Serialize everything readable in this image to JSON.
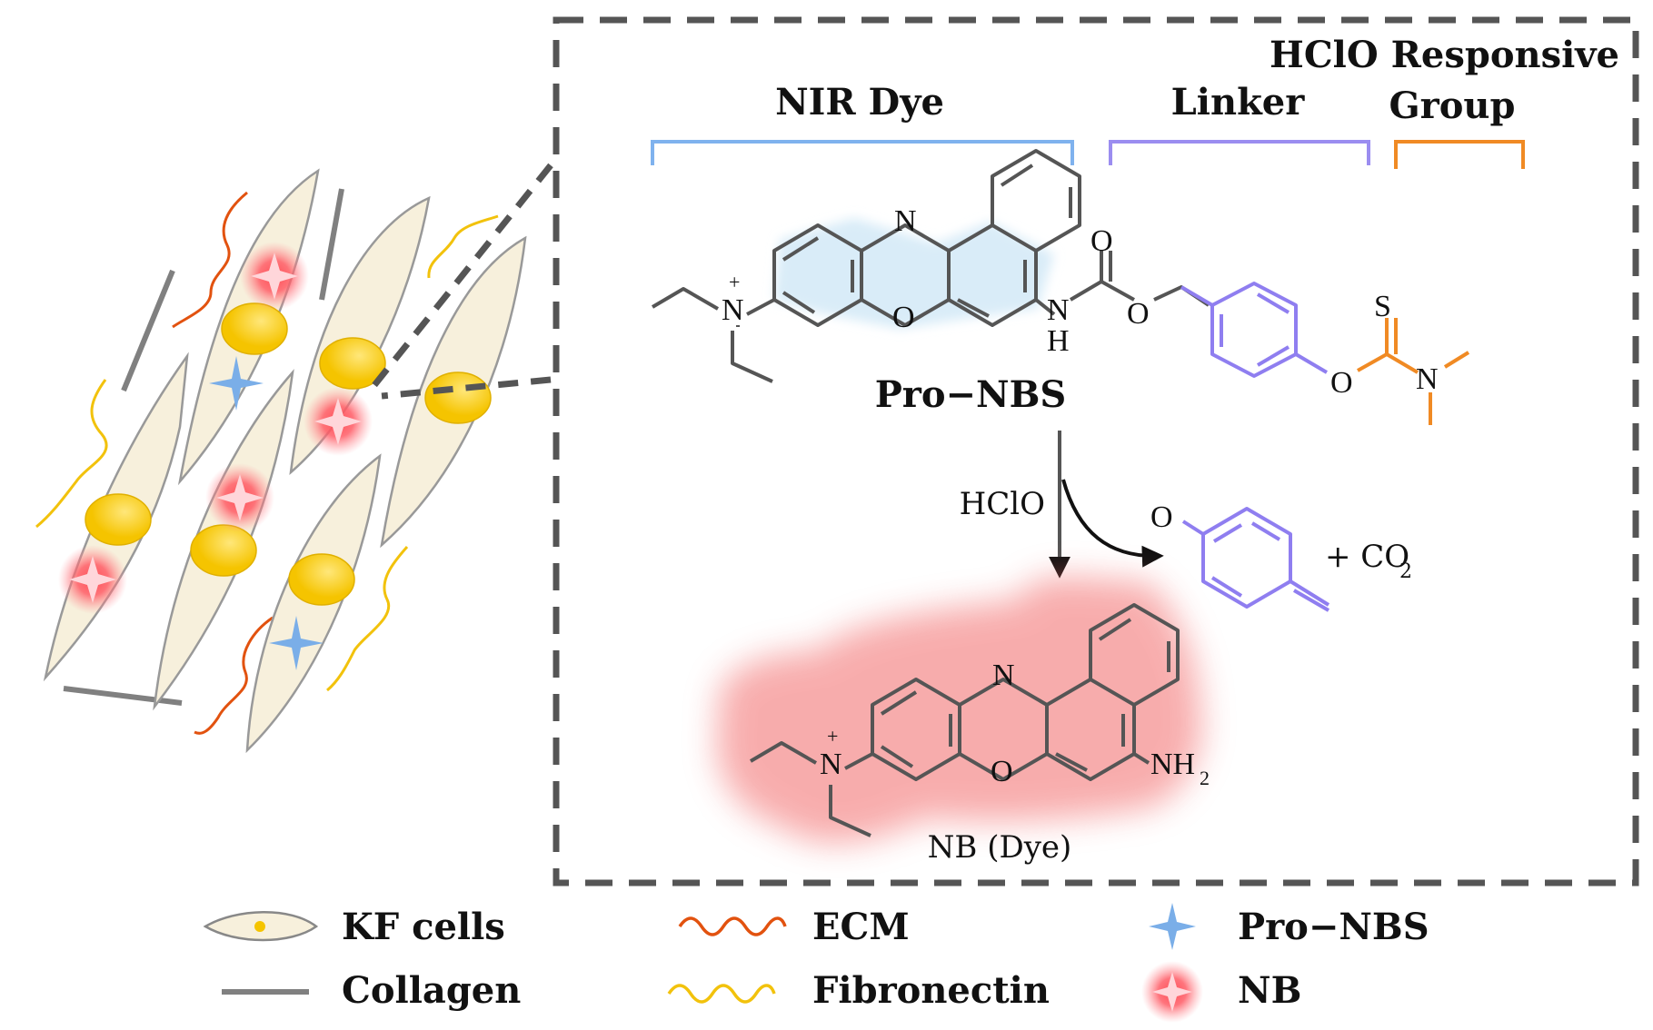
{
  "diagram": {
    "labels": {
      "hclo_responsive_line1": "HClO Responsive",
      "hclo_responsive_line2": "Group",
      "nir_dye": "NIR Dye",
      "linker": "Linker",
      "pro_nbs_name": "Pro−NBS",
      "reagent": "HClO",
      "plus_co2": "+ CO",
      "co2_sub": "2",
      "nb_dye": "NB (Dye)"
    },
    "atoms": {
      "n": "N",
      "o": "O",
      "nh": "N",
      "h": "H",
      "s": "S",
      "nh2": "NH",
      "nh2_sub": "2",
      "plus": "+"
    },
    "colors": {
      "nir_bracket": "#7fb2ee",
      "linker_bracket": "#9b8df0",
      "group_bracket": "#f08a24",
      "frame": "#555555",
      "glow": "#f26b6b",
      "cell_fill": "#f7f0dc",
      "nucleus": "#f5c400",
      "ecm": "#e2520f",
      "fibronectin": "#f2c20c",
      "collagen": "#808080",
      "pro_nbs_star": "#7aaee8",
      "nb_star": "#f04b55"
    }
  },
  "legend": {
    "items": [
      {
        "label": "KF cells",
        "icon": "kf-cell-icon"
      },
      {
        "label": "ECM",
        "icon": "ecm-wave-icon"
      },
      {
        "label": "Pro−NBS",
        "icon": "blue-star-icon"
      },
      {
        "label": "Collagen",
        "icon": "collagen-line-icon"
      },
      {
        "label": "Fibronectin",
        "icon": "fibronectin-wave-icon"
      },
      {
        "label": "NB",
        "icon": "red-star-icon"
      }
    ]
  }
}
